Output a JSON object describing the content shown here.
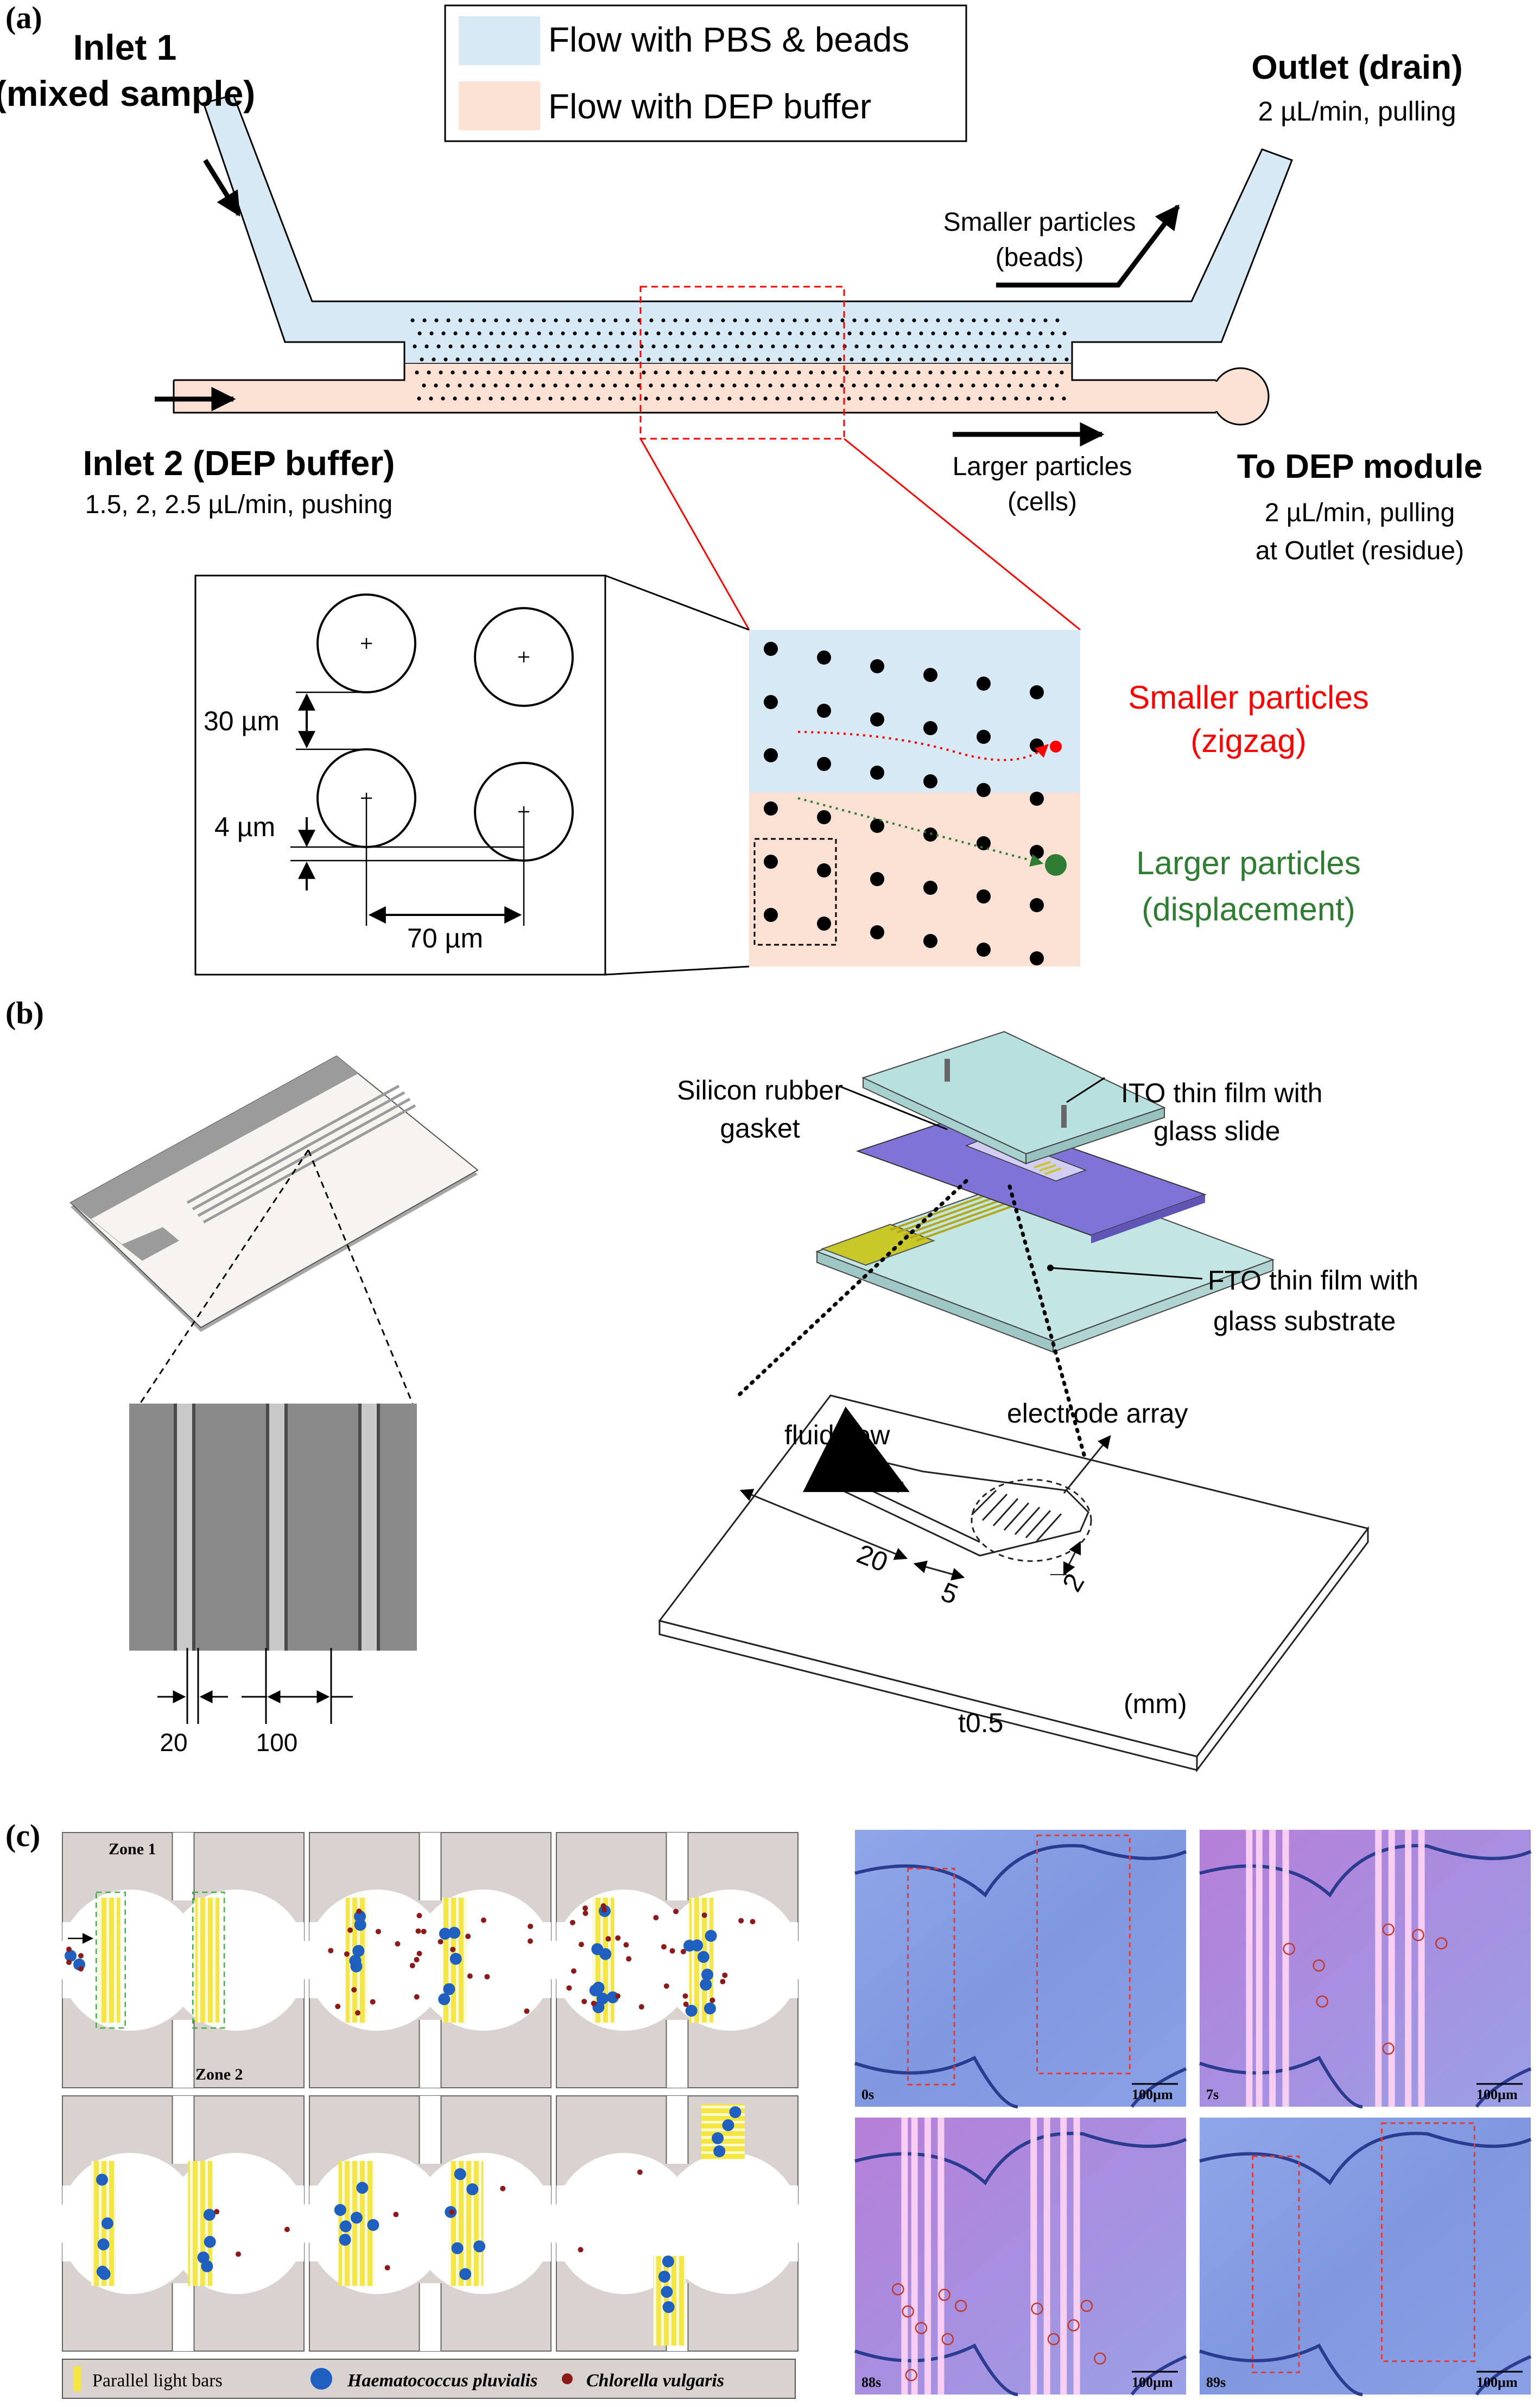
{
  "panel_a": {
    "label": "(a)",
    "legend": {
      "pbs": "Flow with PBS & beads",
      "dep": "Flow with DEP buffer"
    },
    "inlet1": {
      "title": "Inlet 1",
      "subtitle": "(mixed sample)"
    },
    "inlet2": {
      "title": "Inlet 2 (DEP buffer)",
      "subtitle": "1.5, 2, 2.5 µL/min, pushing"
    },
    "outlet": {
      "title": "Outlet (drain)",
      "subtitle": "2 µL/min, pulling"
    },
    "to_dep": {
      "title": "To DEP module",
      "line1": "2 µL/min, pulling",
      "line2": "at Outlet (residue)"
    },
    "smaller_beads": {
      "line1": "Smaller particles",
      "line2": "(beads)"
    },
    "larger_cells": {
      "line1": "Larger particles",
      "line2": "(cells)"
    },
    "zoom": {
      "smaller": {
        "line1": "Smaller particles",
        "line2": "(zigzag)"
      },
      "larger": {
        "line1": "Larger particles",
        "line2": "(displacement)"
      }
    },
    "dims": {
      "gap": "30 µm",
      "offset": "4 µm",
      "pitch": "70 µm"
    },
    "colors": {
      "pbs": "#d8e9f6",
      "dep": "#fbe1d3",
      "smaller": "#ff0000",
      "larger": "#2e7d32"
    }
  },
  "panel_b": {
    "label": "(b)",
    "ito": {
      "line1": "ITO thin film with",
      "line2": "glass slide"
    },
    "gasket": {
      "line1": "Silicon rubber",
      "line2": "gasket"
    },
    "fto": {
      "line1": "FTO thin film with",
      "line2": "glass substrate"
    },
    "fluid_flow": "fluid flow",
    "electrode_array": "electrode array",
    "dim_20": "20",
    "dim_5": "5",
    "dim_2": "2",
    "thickness": "t0.5",
    "unit": "(mm)",
    "micro_dims": {
      "width": "20",
      "gap": "100"
    }
  },
  "panel_c": {
    "label": "(c)",
    "zone1": "Zone 1",
    "zone2": "Zone 2",
    "legend": {
      "light_bars": "Parallel light bars",
      "haematococcus": "Haematococcus pluvialis",
      "chlorella": "Chlorella vulgaris"
    },
    "micrographs": [
      {
        "time": "0s",
        "scale": "100µm"
      },
      {
        "time": "7s",
        "scale": "100µm"
      },
      {
        "time": "88s",
        "scale": "100µm"
      },
      {
        "time": "89s",
        "scale": "100µm"
      }
    ],
    "colors": {
      "bar": "#f5e642",
      "haematococcus": "#1f5fbf",
      "chlorella": "#8b1a1a",
      "chamber": "#d9d2cf"
    }
  }
}
